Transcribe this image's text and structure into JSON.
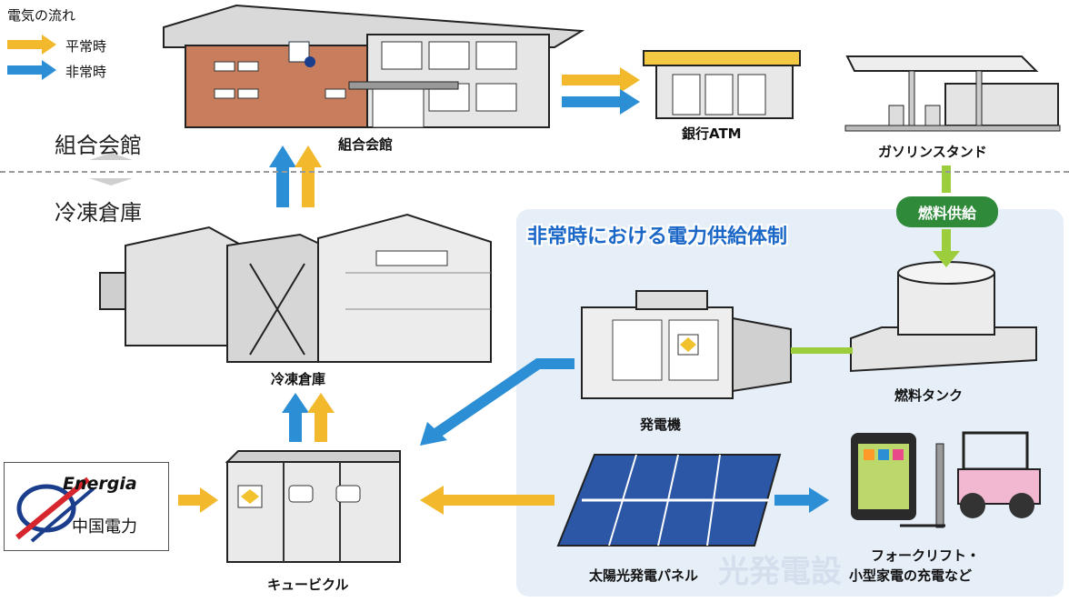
{
  "legend": {
    "title": "電気の流れ",
    "normal": "平常時",
    "emergency": "非常時"
  },
  "colors": {
    "normal_arrow": "#f2b92c",
    "emergency_arrow": "#2c8fd6",
    "fuel_line": "#9ccd3c",
    "panel_bg": "#e6eef8",
    "title_blue": "#1a67c7",
    "badge_green": "#2f8a3a"
  },
  "side": {
    "top": "組合会館",
    "bottom": "冷凍倉庫"
  },
  "emergency_panel": {
    "title": "非常時における電力供給体制",
    "watermark": "光発電設"
  },
  "fuel_badge": "燃料供給",
  "nodes": {
    "hall": "組合会館",
    "atm": "銀行ATM",
    "gas_station": "ガソリンスタンド",
    "warehouse": "冷凍倉庫",
    "generator": "発電機",
    "fuel_tank": "燃料タンク",
    "cubicle": "キュービクル",
    "solar": "太陽光発電パネル",
    "charging_line1": "フォークリフト・",
    "charging_line2": "小型家電の充電など"
  },
  "energia": {
    "brand": "Energia",
    "name": "中国電力"
  }
}
